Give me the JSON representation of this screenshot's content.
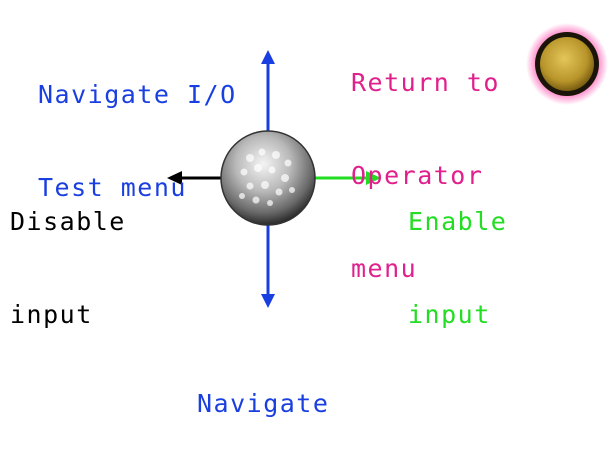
{
  "joystick": {
    "up": {
      "lines": [
        "Navigate I/O",
        "Test menu"
      ]
    },
    "down": {
      "lines": [
        "Navigate"
      ]
    },
    "left": {
      "lines": [
        "Disable",
        "input"
      ]
    },
    "right": {
      "lines": [
        "Enable",
        "input"
      ]
    }
  },
  "return_button": {
    "lines": [
      "Return to",
      "Operator",
      "menu"
    ]
  },
  "colors": {
    "navigate_blue": "#1a3fe0",
    "return_magenta": "#e0208c",
    "disable_black": "#000000",
    "enable_green": "#22dd22",
    "button_gold": "#c9a93a"
  },
  "icons": {
    "joystick": "joystick-ball-icon",
    "return_button": "round-button-icon"
  }
}
